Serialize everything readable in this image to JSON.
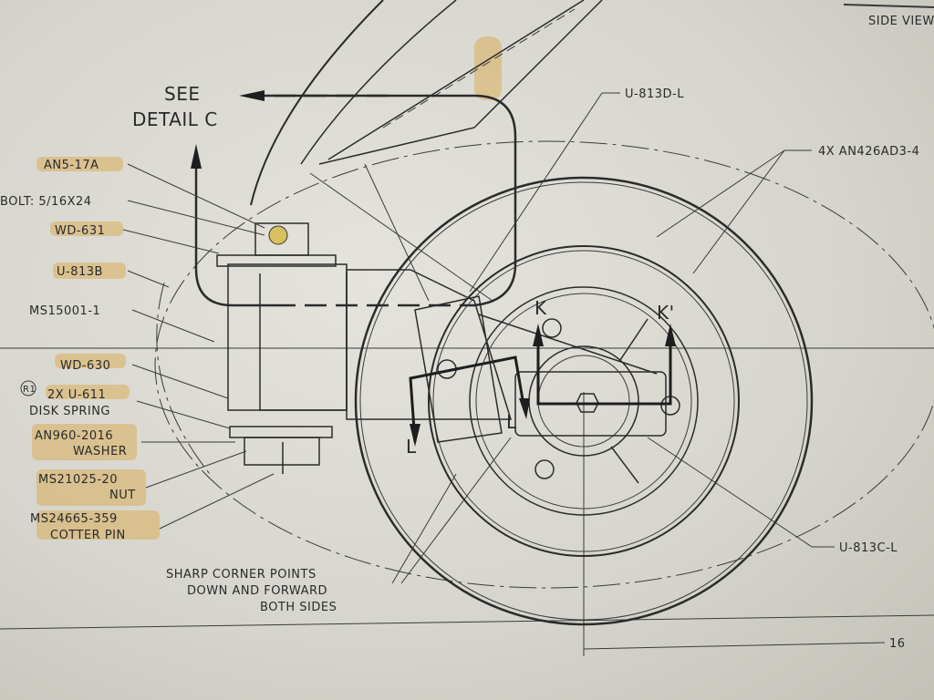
{
  "drawing": {
    "view_label": "SIDE VIEW",
    "detail_ref": [
      "SEE",
      "DETAIL C"
    ],
    "callouts_left": [
      "AN5-17A",
      "BOLT: 5/16X24",
      "WD-631",
      "U-813B",
      "MS15001-1",
      "WD-630",
      "2X U-611",
      "DISK SPRING",
      "AN960-2016",
      "WASHER",
      "MS21025-20",
      "NUT",
      "MS24665-359",
      "COTTER PIN"
    ],
    "revision_mark": "R1",
    "callouts_right": {
      "fork": "U-813D-L",
      "rivets": "4X AN426AD3-4",
      "axle_plate": "U-813C-L"
    },
    "note": [
      "SHARP CORNER POINTS",
      "DOWN AND FORWARD",
      "BOTH SIDES"
    ],
    "section_marks": [
      "K",
      "K'",
      "L",
      "L"
    ],
    "dimension": "16"
  }
}
